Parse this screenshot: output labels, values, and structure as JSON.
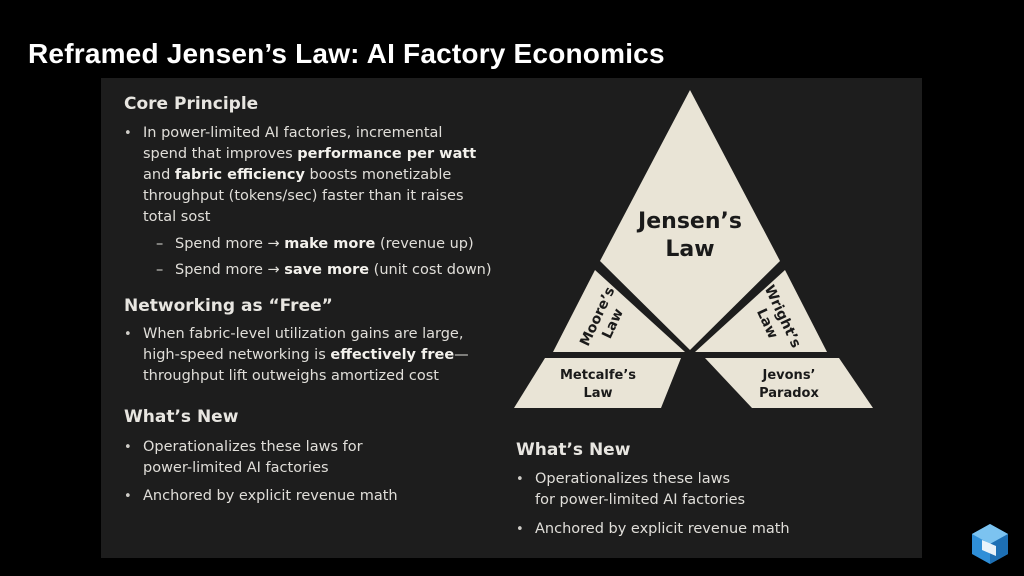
{
  "title": "Reframed Jensen’s Law: AI Factory Economics",
  "left": {
    "core_heading": "Core Principle",
    "core_bullet": {
      "line1": "In power-limited AI factories, incremental",
      "line2_pre": "spend that improves ",
      "line2_bold": "performance per watt",
      "line3_pre": "and ",
      "line3_bold": "fabric efficiency",
      "line3_post": " boosts monetizable",
      "line4": "throughput (tokens/sec) faster than it raises",
      "line5": "total sost"
    },
    "sub1": {
      "pre": "Spend more → ",
      "bold": "make more",
      "post": " (revenue up)"
    },
    "sub2": {
      "pre": "Spend more → ",
      "bold": "save more",
      "post": " (unit cost down)"
    },
    "networking_heading": "Networking as “Free”",
    "networking_bullet": {
      "line1": "When fabric-level utilization gains are large,",
      "line2_pre": "high-speed networking is ",
      "line2_bold": "effectively free",
      "line2_post": "—",
      "line3": "throughput lift outweighs amortized cost"
    },
    "whats_new_heading": "What’s New",
    "whats_new_b1_l1": "Operationalizes these laws for",
    "whats_new_b1_l2": "power-limited AI factories",
    "whats_new_b2": "Anchored by explicit revenue math"
  },
  "right": {
    "whats_new_heading": "What’s New",
    "b1_l1": "Operationalizes these laws",
    "b1_l2": "for power-limited AI factories",
    "b2": "Anchored by explicit revenue math"
  },
  "diagram": {
    "center_l1": "Jensen’s",
    "center_l2": "Law",
    "left_l1": "Moore’s",
    "left_l2": "Law",
    "right_l1": "Wright’s",
    "right_l2": "Law",
    "bottom_left_l1": "Metcalfe’s",
    "bottom_left_l2": "Law",
    "bottom_right_l1": "Jevons’",
    "bottom_right_l2": "Paradox"
  },
  "colors": {
    "background": "#000000",
    "panel": "#1d1d1d",
    "triangle": "#e9e4d6",
    "triangle_text": "#1a1a1a",
    "text": "#e8e6e1",
    "logo_blue": "#2f8fd8"
  },
  "icons": [
    "cube-logo-icon"
  ]
}
